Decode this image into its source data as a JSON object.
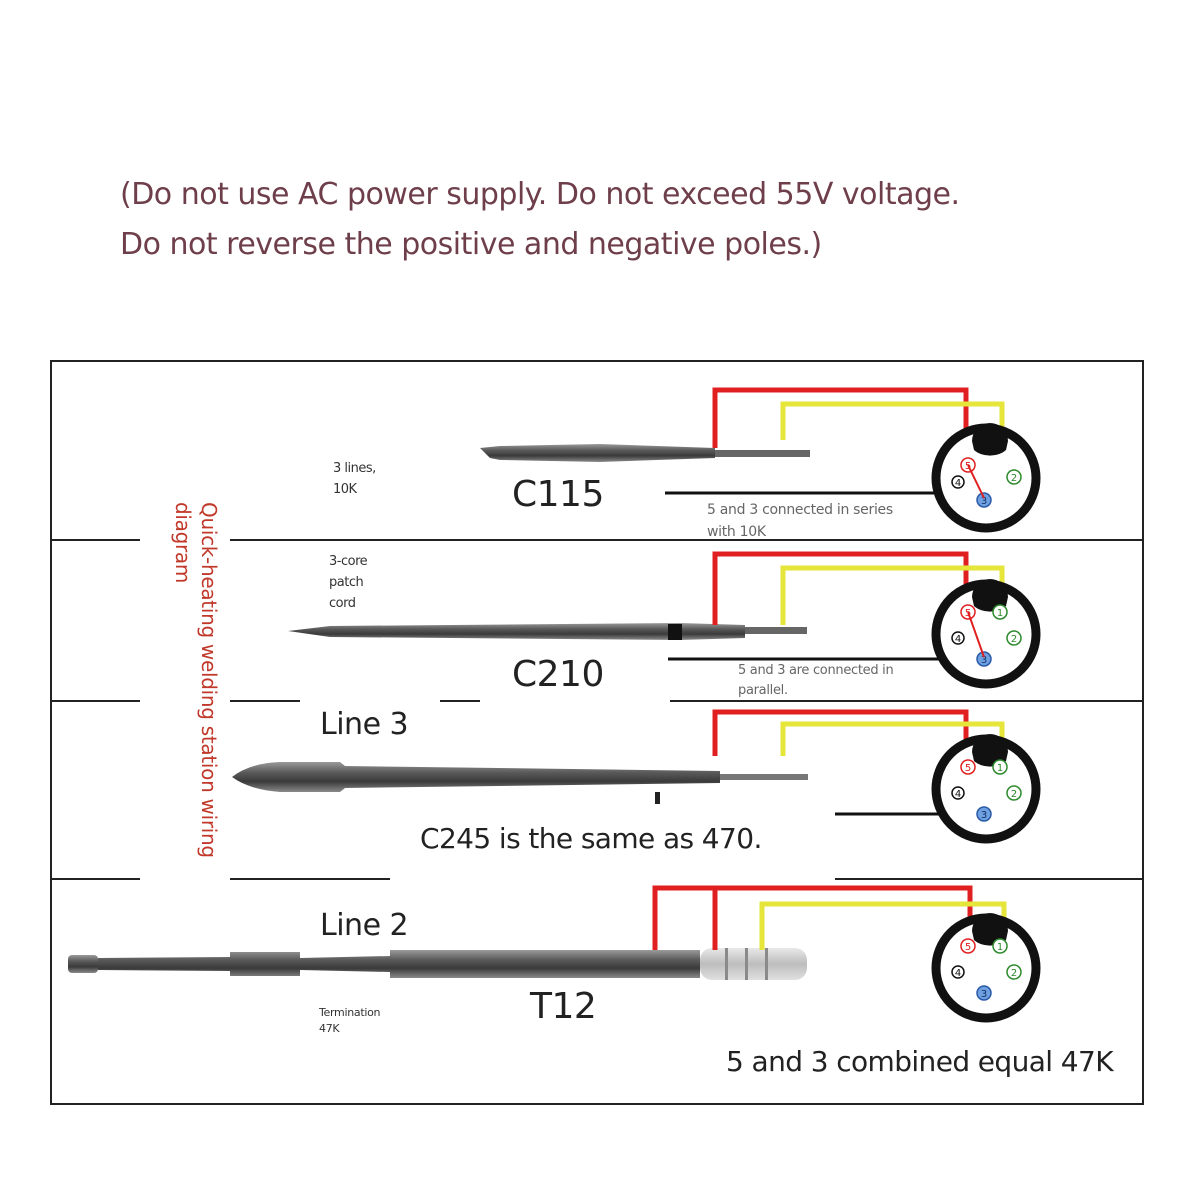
{
  "warning": {
    "line1": "(Do not use AC power supply. Do not exceed 55V voltage.",
    "line2": "Do not reverse the positive and negative poles.)"
  },
  "side_title": "Quick-heating welding station wiring diagram",
  "rows": [
    {
      "model": "C115",
      "spec_line1": "3 lines,",
      "spec_line2": "10K",
      "note_line1": "5 and 3 connected in series",
      "note_line2": "with 10K"
    },
    {
      "model": "C210",
      "spec_line1": "3-core",
      "spec_line2": "patch",
      "spec_line3": "cord",
      "note_line1": "5 and 3 are connected in",
      "note_line2": "parallel."
    },
    {
      "model_label": "Line 3",
      "caption": "C245 is the same as 470."
    },
    {
      "model_label": "Line 2",
      "model": "T12",
      "spec_line1": "Termination",
      "spec_line2": "47K",
      "caption": "5 and 3 combined equal 47K"
    }
  ],
  "pins": {
    "p1": "1",
    "p2": "2",
    "p3": "3",
    "p4": "4",
    "p5": "5"
  },
  "colors": {
    "red_wire": "#e02020",
    "yellow_wire": "#e6e63a",
    "black_wire": "#111111",
    "title_red": "#c0392b",
    "warning_text": "#6e3f4a"
  }
}
